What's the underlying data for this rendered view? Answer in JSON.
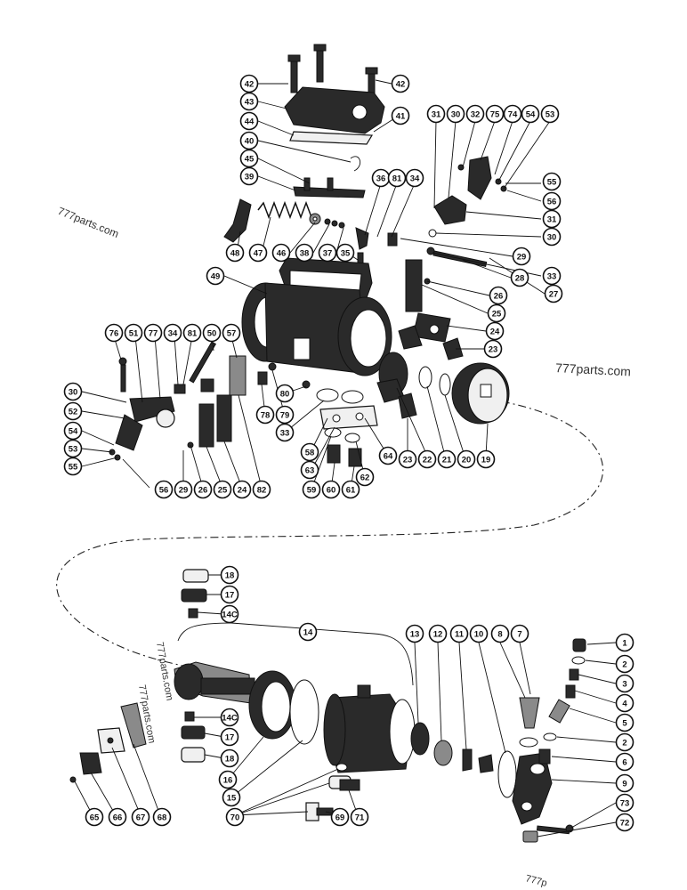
{
  "watermarks": [
    "777parts.com",
    "777parts.com",
    "777parts.com",
    "777parts.com",
    "777p"
  ],
  "top_callouts": [
    "42",
    "42",
    "43",
    "41",
    "44",
    "40",
    "45",
    "39",
    "48",
    "47",
    "46",
    "38",
    "37",
    "36",
    "81",
    "34",
    "35",
    "49",
    "31",
    "30",
    "32",
    "75",
    "74",
    "54",
    "53",
    "55",
    "56",
    "31",
    "30",
    "29",
    "33",
    "28",
    "27",
    "26",
    "25",
    "24",
    "23",
    "22",
    "21",
    "20",
    "19",
    "23",
    "76",
    "51",
    "77",
    "34",
    "81",
    "50",
    "57",
    "30",
    "52",
    "54",
    "53",
    "55",
    "56",
    "29",
    "26",
    "25",
    "24",
    "82",
    "78",
    "79",
    "80",
    "33",
    "58",
    "63",
    "59",
    "60",
    "61",
    "62",
    "64"
  ],
  "bottom_callouts": [
    "18",
    "17",
    "14C",
    "14",
    "13",
    "12",
    "11",
    "10",
    "8",
    "7",
    "1",
    "2",
    "3",
    "4",
    "5",
    "2",
    "6",
    "9",
    "14C",
    "17",
    "18",
    "16",
    "15",
    "70",
    "69",
    "71",
    "68",
    "67",
    "66",
    "65",
    "73",
    "72"
  ]
}
